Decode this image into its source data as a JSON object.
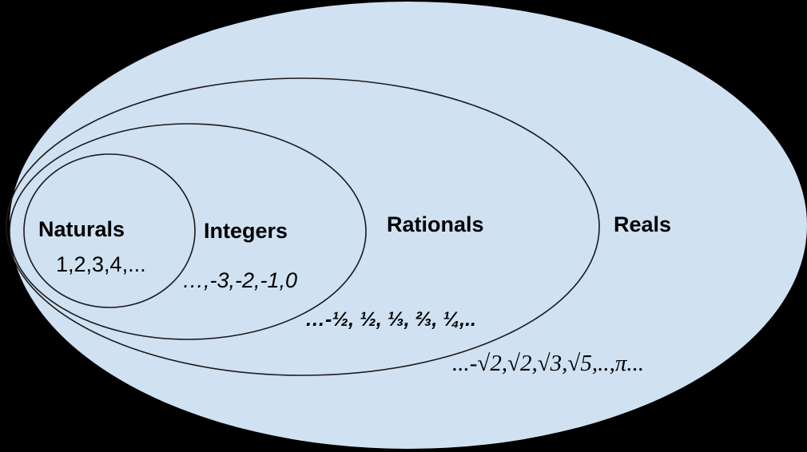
{
  "diagram": {
    "title": "Nested number sets Venn diagram",
    "background_color": "#000000",
    "fill_color": "#d0e1f2",
    "stroke_color": "#1a1a1a",
    "sets": [
      {
        "id": "naturals",
        "name": "Naturals",
        "members": "1,2,3,4,..."
      },
      {
        "id": "integers",
        "name": "Integers",
        "members": "…,-3,-2,-1,0"
      },
      {
        "id": "rationals",
        "name": "Rationals",
        "members": "…-½, ½, ⅓, ⅔, ¼,.."
      },
      {
        "id": "reals",
        "name": "Reals",
        "members": "...-√2,√2,√3,√5,..,π..."
      }
    ]
  }
}
